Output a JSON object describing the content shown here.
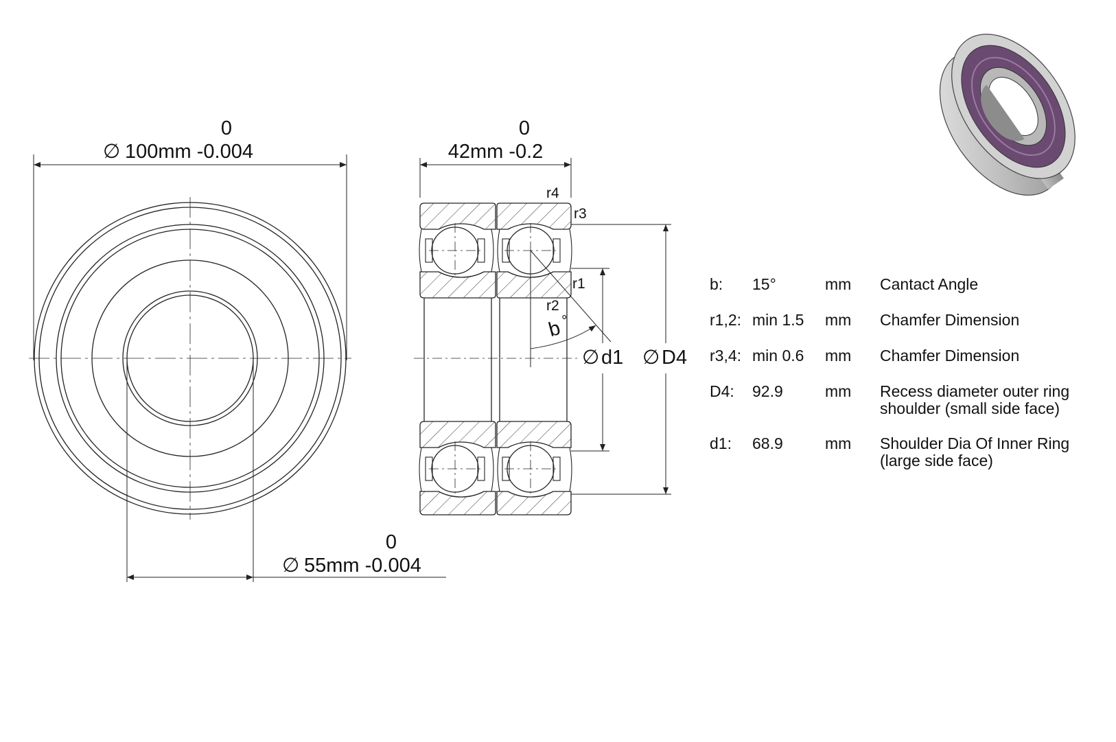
{
  "dimensions": {
    "outer_diameter": {
      "upper": "0",
      "main": "100mm -0.004"
    },
    "width": {
      "upper": "0",
      "main": "42mm -0.2"
    },
    "bore_diameter": {
      "upper": "0",
      "main": "55mm -0.004"
    },
    "diameter_symbol": "∅"
  },
  "section_labels": {
    "r1": "r1",
    "r2": "r2",
    "r3": "r3",
    "r4": "r4",
    "b": "b",
    "degree": "°",
    "d1": "d1",
    "D4": "D4"
  },
  "specs": [
    {
      "key": "b:",
      "value": "15°",
      "unit": "mm",
      "desc": "Cantact Angle"
    },
    {
      "key": "r1,2:",
      "value": "min 1.5",
      "unit": "mm",
      "desc": "Chamfer Dimension"
    },
    {
      "key": "r3,4:",
      "value": "min 0.6",
      "unit": "mm",
      "desc": "Chamfer Dimension"
    },
    {
      "key": "D4:",
      "value": "92.9",
      "unit": "mm",
      "desc": "Recess diameter outer ring",
      "desc2": "shoulder (small side face)"
    },
    {
      "key": "d1:",
      "value": "68.9",
      "unit": "mm",
      "desc": "Shoulder Dia Of Inner Ring",
      "desc2": "(large side face)"
    }
  ],
  "colors": {
    "line": "#222222",
    "seal": "#6b4a72",
    "steel": "#c8c8c8"
  }
}
